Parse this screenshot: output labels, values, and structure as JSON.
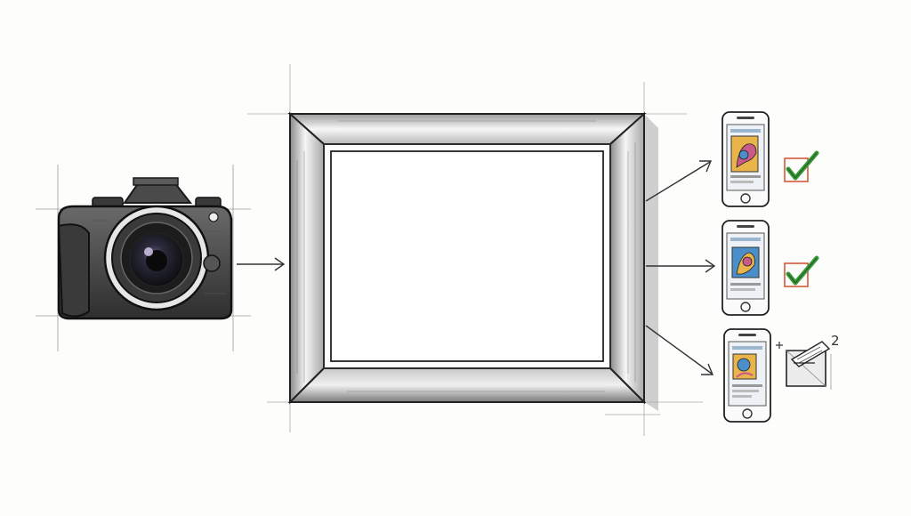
{
  "diagram": {
    "source": {
      "icon": "camera-icon"
    },
    "center": {
      "icon": "picture-frame-icon"
    },
    "outputs": [
      {
        "icon": "smartphone-icon",
        "status_icon": "check-icon",
        "status": "approved"
      },
      {
        "icon": "smartphone-icon",
        "status_icon": "check-icon",
        "status": "approved"
      },
      {
        "icon": "smartphone-icon",
        "status_icon": "ballot-box-icon",
        "status": "submitted",
        "mark": "2"
      }
    ]
  },
  "colors": {
    "ink": "#222222",
    "frame_light": "#f4f4f4",
    "frame_dark": "#8e8e8e",
    "check_green": "#3a9a3a",
    "check_box": "#d35a3a",
    "phone_art_yellow": "#e9b44a",
    "phone_art_blue": "#4a8fc9",
    "phone_art_pink": "#c95a8a"
  }
}
